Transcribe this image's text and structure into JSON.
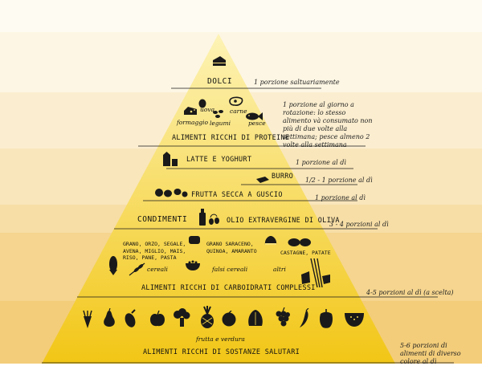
{
  "colors": {
    "band_tiers": [
      "#fdf7ea",
      "#fcf1d6",
      "#fae8bd",
      "#f8e0a6",
      "#f6d88f",
      "#f4cf78",
      "#f2c862",
      "#efbf4d"
    ],
    "pyramid_light": "#fdf2b0",
    "pyramid_dark": "#f2c919",
    "ink": "#1a1a1a"
  },
  "tiers": {
    "dolci": {
      "label": "Dolci",
      "note": "1 porzione saltuariamente"
    },
    "proteine": {
      "label": "Alimenti ricchi di proteine",
      "items": [
        "formaggio",
        "uova",
        "legumi",
        "carne",
        "pesce"
      ],
      "note": "1 porzione al giorno a rotazione: lo stesso alimento và consumato non più di due volte alla settimana; pesce almeno 2 volte alla settimana"
    },
    "latte": {
      "label": "Latte e yoghurt",
      "note": "1 porzione al dì"
    },
    "burro": {
      "label": "Burro",
      "note": "1/2 - 1 porzione al dì"
    },
    "frutta_secca": {
      "label": "Frutta secca a guscio",
      "note": "1 porzione al dì"
    },
    "condimenti": {
      "label": "Condimenti",
      "sub": "Olio extravergine di oliva",
      "note": "3 - 4 porzioni al dì"
    },
    "carboidrati": {
      "label": "Alimenti ricchi di carboidrati complessi",
      "cereali_list": "Grano, orzo, segale, avena, miglio, mais, riso, pane, pasta",
      "falsi_list": "Grano saraceno, quinoa, amaranto",
      "altri_list": "Castagne, patate",
      "cap_cereali": "cereali",
      "cap_falsi": "falsi cereali",
      "cap_altri": "altri",
      "note": "4-5 porzioni al dì (a scelta)"
    },
    "salutari": {
      "label": "Alimenti ricchi di sostanze salutari",
      "sub": "frutta e verdura",
      "note": "5-6 porzioni di alimenti di diverso colore al dì"
    }
  },
  "icons": [
    "cake-icon",
    "cheese-icon",
    "eggs-icon",
    "beans-icon",
    "meat-icon",
    "fish-icon",
    "milk-icon",
    "butter-icon",
    "nuts-icon",
    "olive-oil-icon",
    "corn-icon",
    "wheat-icon",
    "bread-icon",
    "bowl-icon",
    "chestnut-icon",
    "pasta-icon",
    "carrot-icon",
    "pear-icon",
    "eggplant-icon",
    "apple-icon",
    "broccoli-icon",
    "pineapple-icon",
    "orange-icon",
    "lettuce-icon",
    "grapes-icon",
    "chili-icon",
    "pepper-icon",
    "watermelon-icon"
  ]
}
